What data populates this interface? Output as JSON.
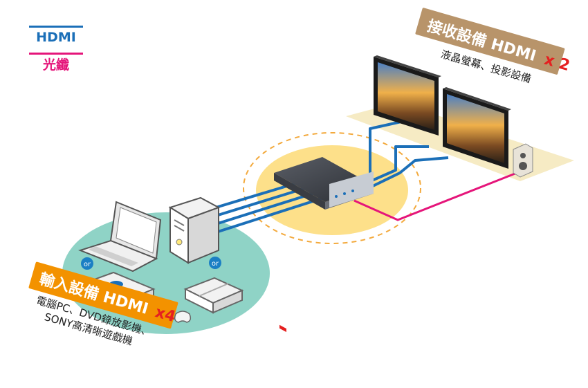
{
  "legend": {
    "hdmi": {
      "label": "HDMI",
      "color": "#1b6fb8"
    },
    "fiber": {
      "label": "光纖",
      "color": "#e5157a"
    }
  },
  "output_banner": {
    "title": "接收設備 HDMI",
    "multiplier": "x 2",
    "subtitle": "液晶螢幕、投影設備",
    "color": "#b8946a"
  },
  "input_banner": {
    "title": "輸入設備 HDMI",
    "multiplier": "x4",
    "line1": "電腦PC、DVD錄放影機、",
    "line2": "SONY高清晰遊戲機",
    "color": "#f39200"
  },
  "or_badges": [
    "or",
    "or",
    "or"
  ],
  "colors": {
    "hub_zone": "#fde08a",
    "source_zone": "#8fd3c6",
    "display_platform": "#f6ebc4",
    "badge": "#1b7fc4",
    "accent_red": "#e52020"
  }
}
